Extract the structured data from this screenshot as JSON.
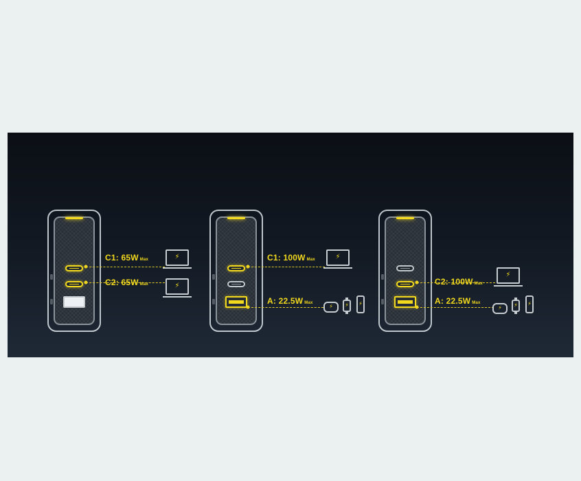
{
  "diagrams": [
    {
      "id": "config-1",
      "ports": {
        "c1": "active",
        "c2": "active",
        "a": "idle"
      },
      "outputs": [
        {
          "port_label": "C1: 65W",
          "max": "Max",
          "device": "laptop"
        },
        {
          "port_label": "C2: 65W",
          "max": "Max",
          "device": "laptop"
        }
      ]
    },
    {
      "id": "config-2",
      "ports": {
        "c1": "active",
        "c2": "idle",
        "a": "active"
      },
      "outputs": [
        {
          "port_label": "C1: 100W",
          "max": "Max",
          "device": "laptop"
        },
        {
          "port_label": "A: 22.5W",
          "max": "Max",
          "device": "earbuds, watch, phone"
        }
      ]
    },
    {
      "id": "config-3",
      "ports": {
        "c1": "idle",
        "c2": "active",
        "a": "active"
      },
      "outputs": [
        {
          "port_label": "C2: 100W",
          "max": "Max",
          "device": "laptop"
        },
        {
          "port_label": "A: 22.5W",
          "max": "Max",
          "device": "earbuds, watch, phone"
        }
      ]
    }
  ],
  "colors": {
    "accent": "#f2d91d",
    "outline": "#c8cdd2",
    "page_background": "#ebf0f1",
    "banner_dark": "#0b0f15"
  },
  "icons": [
    "lightning-bolt-icon",
    "laptop-icon",
    "earbuds-icon",
    "smartwatch-icon",
    "smartphone-icon"
  ]
}
